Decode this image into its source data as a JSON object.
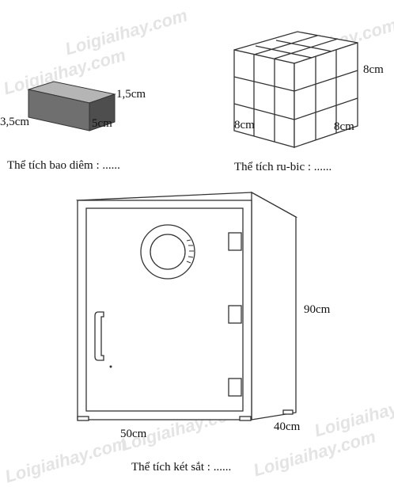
{
  "watermark": "Loigiaihay.com",
  "figures": {
    "box": {
      "dim_a": "3,5cm",
      "dim_b": "5cm",
      "dim_c": "1,5cm",
      "caption": "Thể tích bao diêm : ......"
    },
    "cube": {
      "dim_height": "8cm",
      "dim_width": "8cm",
      "dim_depth": "8cm",
      "caption": "Thể tích ru-bic : ......"
    },
    "safe": {
      "dim_height": "90cm",
      "dim_width": "50cm",
      "dim_depth": "40cm",
      "caption": "Thể tích két sắt : ......"
    }
  }
}
